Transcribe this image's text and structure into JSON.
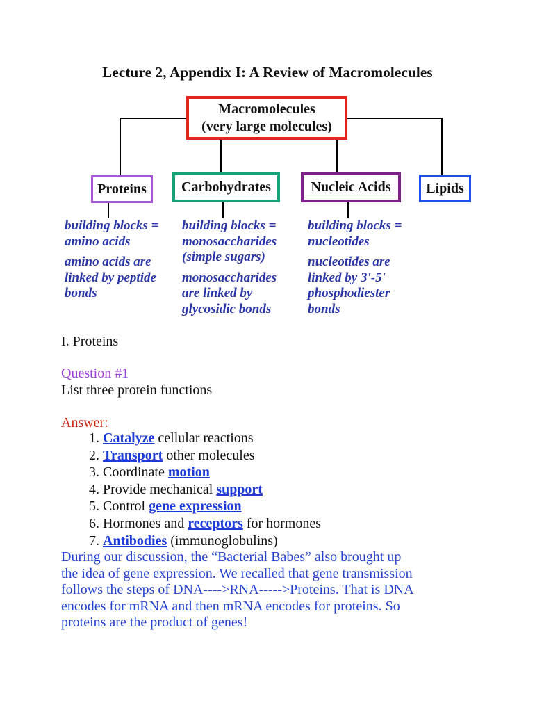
{
  "page": {
    "title": "Lecture 2, Appendix I: A Review of Macromolecules"
  },
  "colors": {
    "root_box_border": "#e1251b",
    "proteins_border": "#a557d6",
    "carbohydrates_border": "#16a176",
    "nucleic_acids_border": "#7c2185",
    "lipids_border": "#1f4fe8",
    "note_text": "#2a35a6",
    "question_label": "#9d3fdd",
    "answer_label": "#cc2510",
    "answer_link": "#1c3bd8",
    "discussion_text": "#2643d0",
    "connector_line": "#000000"
  },
  "diagram": {
    "root": {
      "line1": "Macromolecules",
      "line2": "(very large molecules)"
    },
    "children": [
      {
        "label": "Proteins",
        "notes": {
          "para1": "building blocks =\namino acids",
          "para2": "amino acids are\nlinked by peptide\nbonds"
        }
      },
      {
        "label": "Carbohydrates",
        "notes": {
          "para1": "building blocks =\nmonosaccharides\n(simple sugars)",
          "para2": "monosaccharides\nare linked by\nglycosidic bonds"
        }
      },
      {
        "label": "Nucleic Acids",
        "notes": {
          "para1": "building blocks =\nnucleotides",
          "para2": "nucleotides are\nlinked by 3'-5'\nphosphodiester\nbonds"
        }
      },
      {
        "label": "Lipids"
      }
    ]
  },
  "section": {
    "heading": "I. Proteins"
  },
  "question": {
    "label": "Question #1",
    "prompt": "List three protein functions"
  },
  "answer": {
    "label": "Answer:",
    "items": [
      {
        "num": "1. ",
        "pre": "",
        "link": "Catalyze",
        "post": " cellular reactions"
      },
      {
        "num": "2. ",
        "pre": "",
        "link": "Transport",
        "post": " other molecules"
      },
      {
        "num": "3. ",
        "pre": "Coordinate ",
        "link": "motion",
        "post": ""
      },
      {
        "num": "4. ",
        "pre": "Provide mechanical ",
        "link": "support",
        "post": ""
      },
      {
        "num": "5. ",
        "pre": "Control ",
        "link": "gene expression",
        "post": ""
      },
      {
        "num": "6. ",
        "pre": "Hormones and ",
        "link": "receptors",
        "post": " for hormones"
      },
      {
        "num": "7. ",
        "pre": "",
        "link": "Antibodies",
        "post": " (immunoglobulins)"
      }
    ]
  },
  "discussion": {
    "text": "During our discussion, the “Bacterial Babes” also brought up\nthe idea of gene expression. We recalled that gene transmission\nfollows the steps of DNA---->RNA----->Proteins. That is DNA\nencodes for mRNA and then mRNA encodes for proteins. So\nproteins are the product of genes!"
  }
}
